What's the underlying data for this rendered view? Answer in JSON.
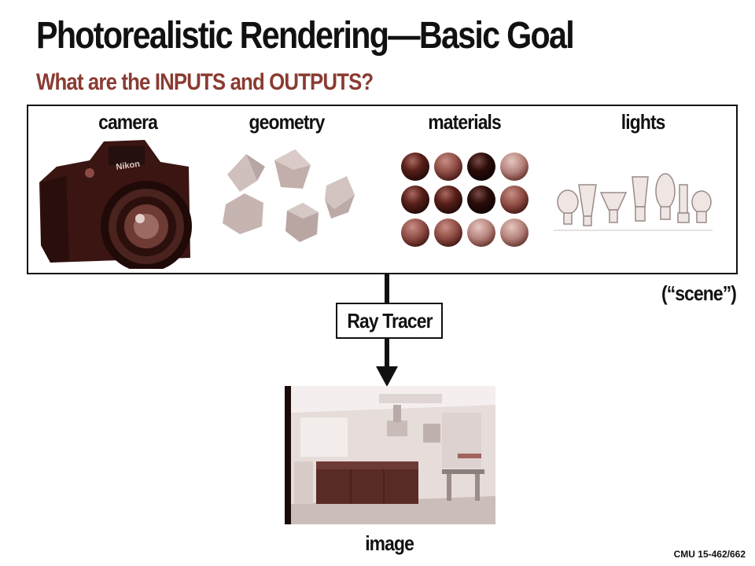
{
  "slide": {
    "title": "Photorealistic Rendering—Basic Goal",
    "subtitle": "What are the INPUTS and OUTPUTS?"
  },
  "scene": {
    "labels": [
      "camera",
      "geometry",
      "materials",
      "lights"
    ],
    "caption": "(“scene”)",
    "camera_brand": "Nikon"
  },
  "process": {
    "label": "Ray Tracer"
  },
  "output": {
    "label": "image"
  },
  "footer": {
    "course": "CMU 15-462/662"
  },
  "colors": {
    "accent": "#8a3b32",
    "ink": "#111111",
    "material_dark": "#5a1f19",
    "material_mid": "#8c4a42"
  }
}
